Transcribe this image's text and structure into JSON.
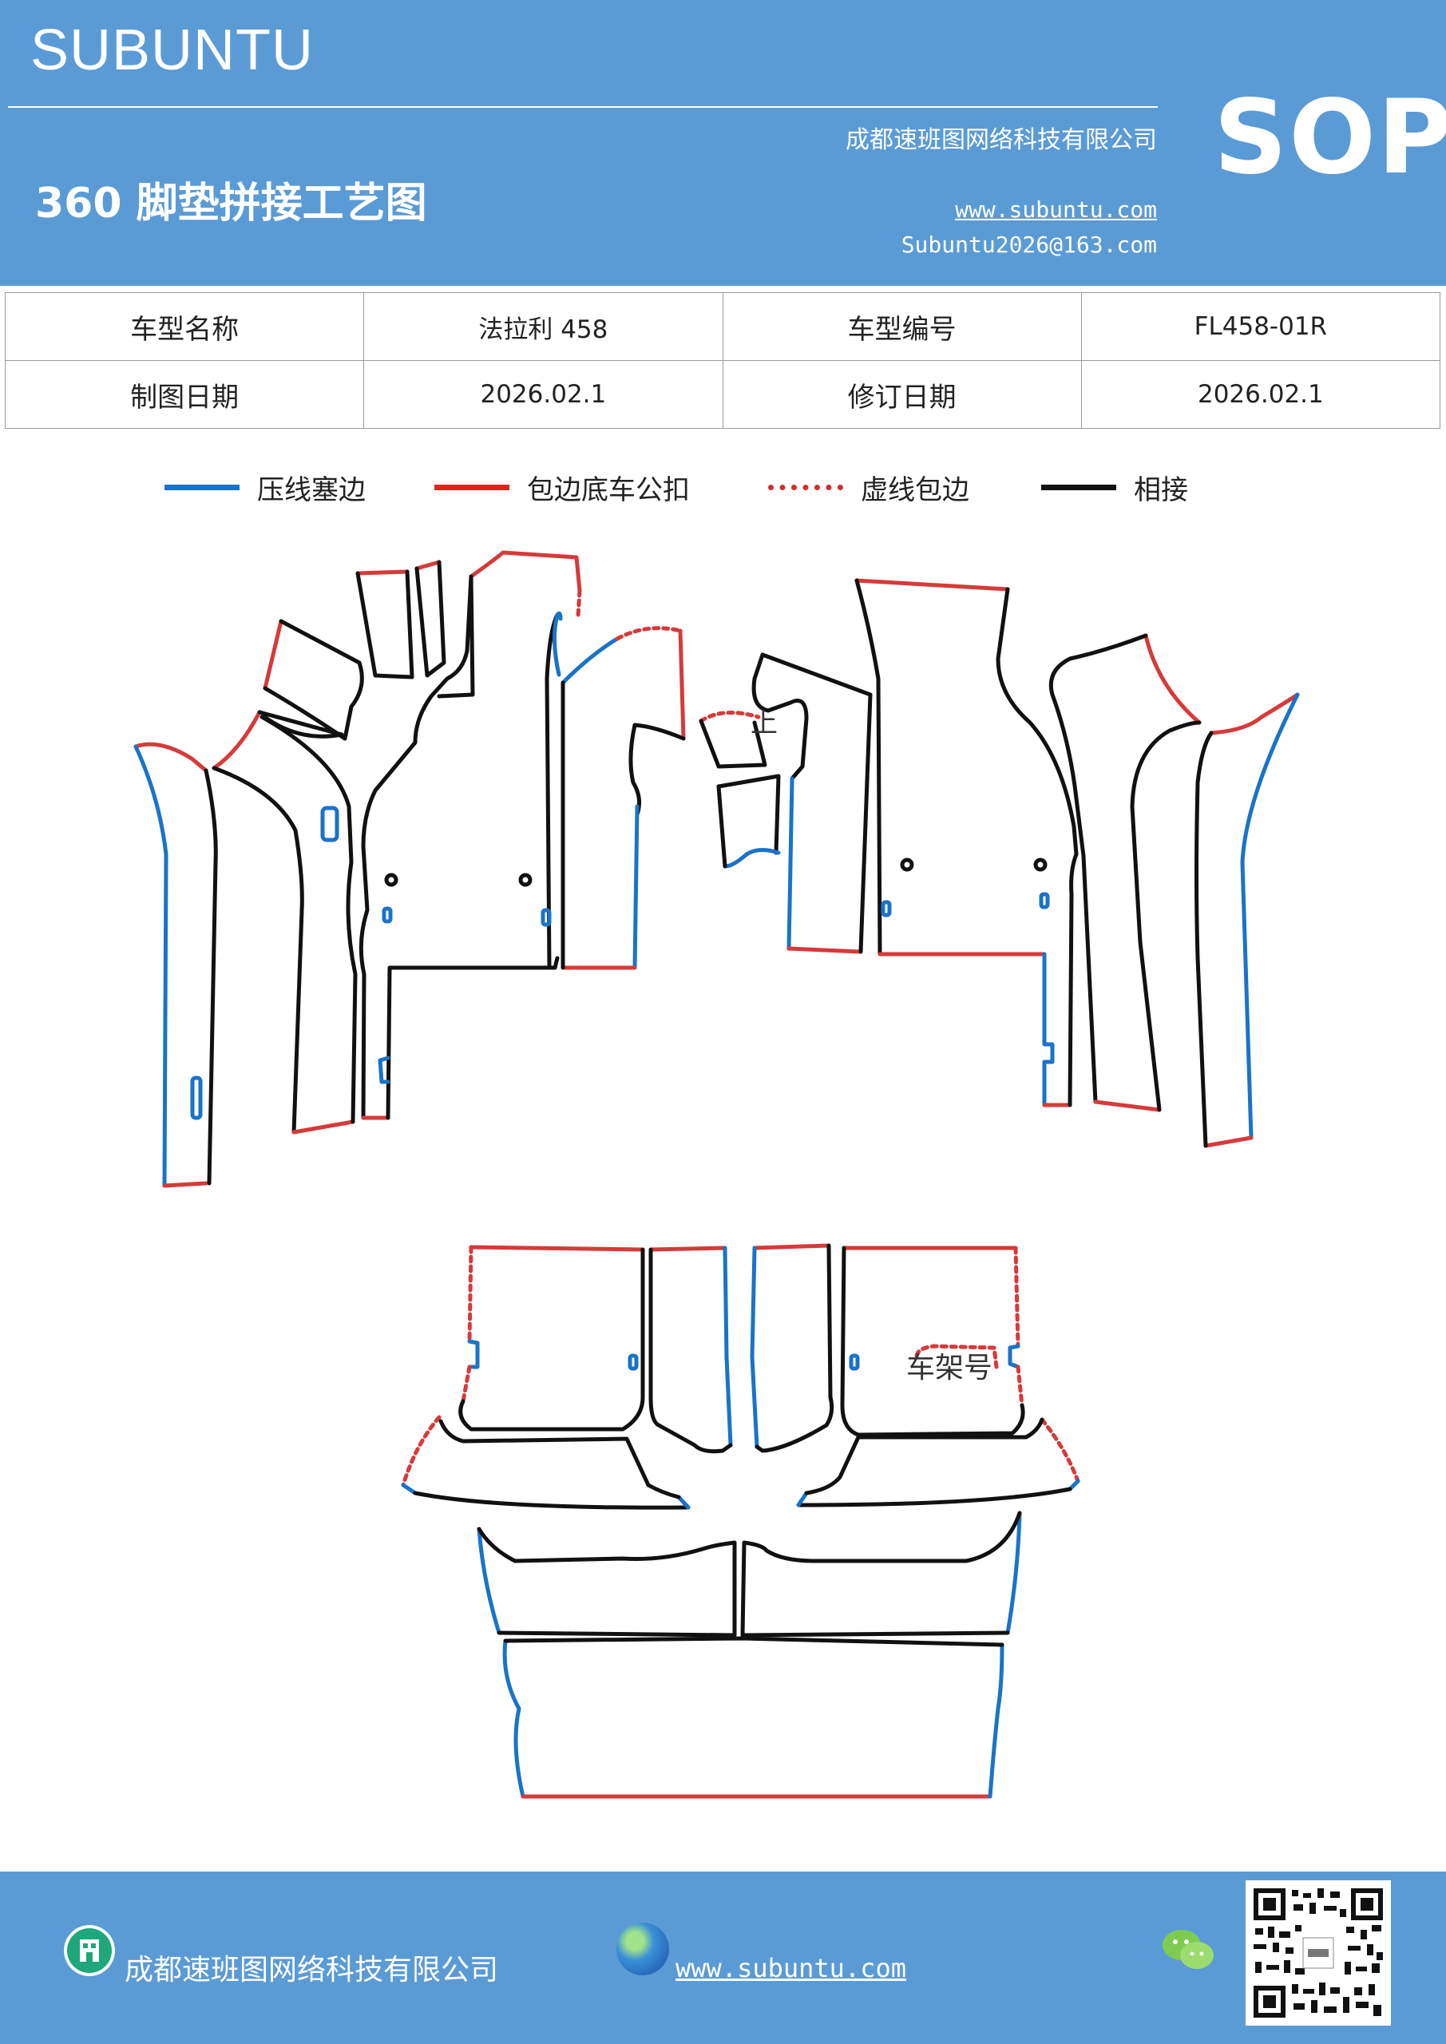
{
  "header": {
    "brand": "SUBUNTU",
    "company": "成都速班图网络科技有限公司",
    "title": "360 脚垫拼接工艺图",
    "website": "www.subuntu.com",
    "email": "Subuntu2026@163.com",
    "badge": "SOP"
  },
  "info_table": {
    "rows": [
      {
        "label1": "车型名称",
        "value1": "法拉利 458",
        "label2": "车型编号",
        "value2": "FL458-01R"
      },
      {
        "label1": "制图日期",
        "value1": "2026.02.1",
        "label2": "修订日期",
        "value2": "2026.02.1"
      }
    ]
  },
  "legend": [
    {
      "label": "压线塞边",
      "color": "#1a73c8",
      "style": "solid"
    },
    {
      "label": "包边底车公扣",
      "color": "#e8201d",
      "style": "solid"
    },
    {
      "label": "虚线包边",
      "color": "#d62b2b",
      "style": "dotted"
    },
    {
      "label": "相接",
      "color": "#111111",
      "style": "solid"
    }
  ],
  "diagram": {
    "mark_up": "上",
    "mark_frame": "车架号",
    "colors": {
      "seam": "#1a73c8",
      "edge": "#d63a3a",
      "joint": "#111111"
    }
  },
  "footer": {
    "company": "成都速班图网络科技有限公司",
    "website": "www.subuntu.com",
    "icons": [
      "building-icon",
      "globe-icon",
      "wechat-icon",
      "qr-code"
    ]
  }
}
